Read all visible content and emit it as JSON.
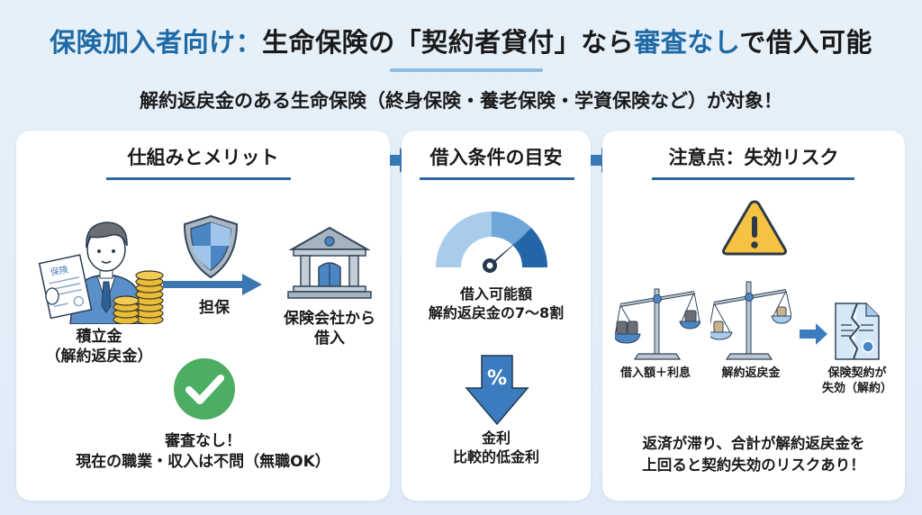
{
  "header": {
    "title_part1": "保険加入者向け：",
    "title_part2": "生命保険の「契約者貸付」なら",
    "title_part3": "審査なし",
    "title_part4": "で借入可能",
    "subtitle": "解約返戻金のある生命保険（終身保険・養老保険・学資保険など）が対象！"
  },
  "colors": {
    "accent_blue": "#1f6aa5",
    "background": "#e3eef8",
    "check_green": "#4cae62",
    "warning_yellow": "#f5c242"
  },
  "card_mechanism": {
    "heading": "仕組みとメリット",
    "person_document_label": "保険",
    "savings_label_line1": "積立金",
    "savings_label_line2": "（解約返戻金）",
    "arrow_label": "担保",
    "lender_label_line1": "保険会社から",
    "lender_label_line2": "借入",
    "benefit_line1": "審査なし！",
    "benefit_line2": "現在の職業・収入は不問（無職OK）"
  },
  "card_conditions": {
    "heading": "借入条件の目安",
    "gauge_label_line1": "借入可能額",
    "gauge_label_line2": "解約返戻金の7〜8割",
    "gauge_level_percent": 75,
    "rate_icon_symbol": "%",
    "rate_label_line1": "金利",
    "rate_label_line2": "比較的低金利"
  },
  "card_risk": {
    "heading": "注意点：失効リスク",
    "scale1_label": "借入額＋利息",
    "scale2_label": "解約返戻金",
    "result_label_line1": "保険契約が",
    "result_label_line2": "失効（解約）",
    "warning_line1": "返済が滞り、合計が解約返戻金を",
    "warning_line2": "上回ると契約失効のリスクあり！"
  }
}
